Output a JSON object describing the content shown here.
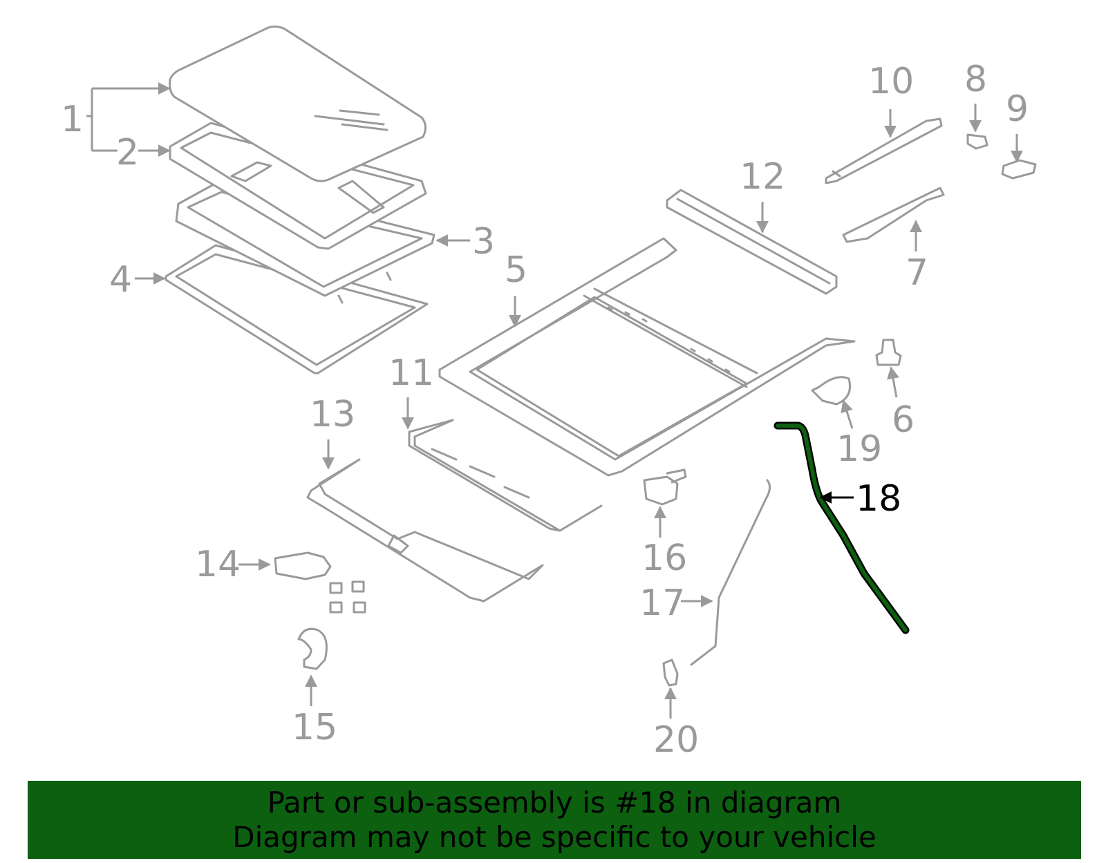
{
  "callouts": {
    "c1": "1",
    "c2": "2",
    "c3": "3",
    "c4": "4",
    "c5": "5",
    "c6": "6",
    "c7": "7",
    "c8": "8",
    "c9": "9",
    "c10": "10",
    "c11": "11",
    "c12": "12",
    "c13": "13",
    "c14": "14",
    "c15": "15",
    "c16": "16",
    "c17": "17",
    "c18": "18",
    "c19": "19",
    "c20": "20"
  },
  "highlighted_part": "18",
  "colors": {
    "highlight": "#0c6010",
    "line_art": "#9a9a9a",
    "callout_highlight": "#000000"
  },
  "banner": {
    "line1": "Part or sub-assembly is #18 in diagram",
    "line2": "Diagram may not be specific to your vehicle"
  }
}
